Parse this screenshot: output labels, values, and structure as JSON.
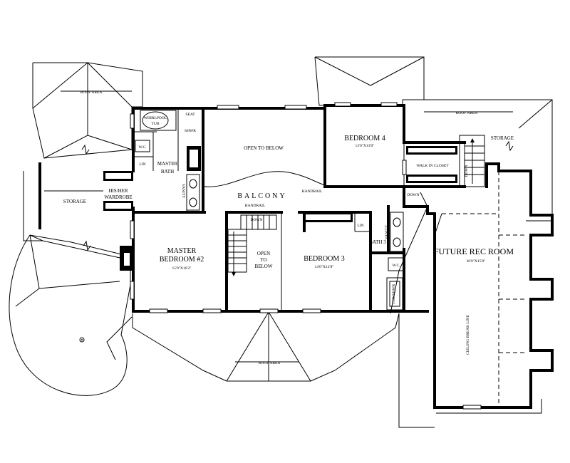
{
  "labels": {
    "roof_area_left": "ROOF AREA",
    "roof_area_right": "ROOF AREA",
    "roof_area_bottom": "ROOF AREA",
    "storage_left": "STORAGE",
    "storage_right": "STORAGE",
    "whirlpool_1": "WHIRLPOOL",
    "whirlpool_2": "TUB",
    "seat": "SEAT",
    "shower": "SHWR",
    "wc_master": "W.C.",
    "lin_master": "LIN",
    "master_bath_1": "MASTER",
    "master_bath_2": "BATH",
    "vanity_master": "VANITY",
    "wardrobe_1": "HIS/HER",
    "wardrobe_2": "WARDROBE",
    "open_to_below": "OPEN TO BELOW",
    "bedroom4_name": "BEDROOM 4",
    "bedroom4_size": "13'0\"X13'0\"",
    "walk_in_closet": "WALK IN CLOSET",
    "down_right_1": "DOWN",
    "down_right_2": "DOWN",
    "balcony": "BALCONY",
    "handrail_1": "HANDRAIL",
    "handrail_2": "HANDRAIL",
    "down_stairs": "DOWN",
    "master2_name_1": "MASTER",
    "master2_name_2": "BEDROOM #2",
    "master2_size": "15'0\"X16'2\"",
    "open_below_1": "OPEN",
    "open_below_2": "TO",
    "open_below_3": "BELOW",
    "bedroom3_name": "BEDROOM 3",
    "bedroom3_size": "14'0\"X12'8\"",
    "lin_bath3": "LIN",
    "bath3": "BATH 3",
    "vanity_bath3": "VANITY",
    "wc_bath3": "W.C.",
    "tub_shower": "TUB/SHWR",
    "future_rec_name": "FUTURE REC ROOM",
    "future_rec_size": "36'0\"X15'0\"",
    "ceiling_break": "CEILING BREAK LINE"
  }
}
